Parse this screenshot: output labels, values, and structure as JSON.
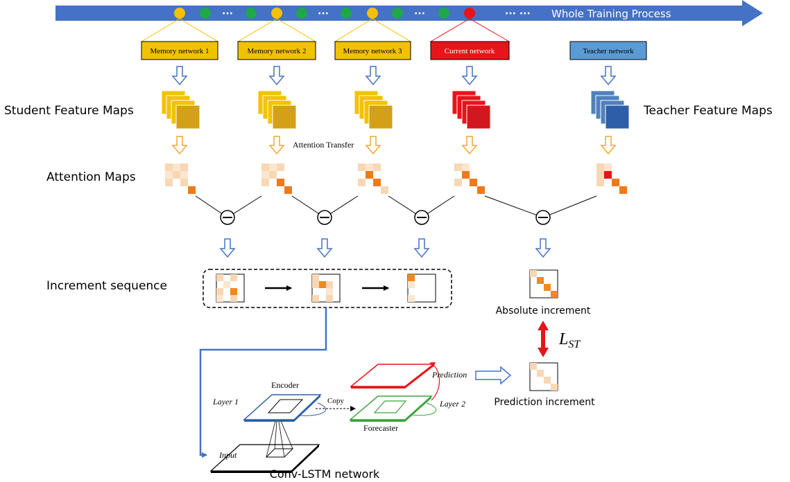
{
  "timeline": {
    "label": "Whole Training Process",
    "ellipsis": "···",
    "ellipsis_long": "··· ···",
    "colors": {
      "memory": "#F5C000",
      "plain": "#1FA84A",
      "current": "#E8141A",
      "arrow": "#4472C4"
    }
  },
  "networks": {
    "memory1": "Memory network 1",
    "memory2": "Memory network 2",
    "memory3": "Memory network 3",
    "current": "Current network",
    "teacher": "Teacher network"
  },
  "labels": {
    "student_maps": "Student Feature Maps",
    "teacher_maps": "Teacher Feature Maps",
    "attention_maps": "Attention Maps",
    "attention_transfer": "Attention Transfer",
    "increment_sequence": "Increment sequence",
    "absolute_increment": "Absolute increment",
    "prediction_increment": "Prediction increment",
    "loss_base": "L",
    "loss_sub": "ST",
    "convlstm": "Conv-LSTM network",
    "encoder": "Encoder",
    "forecaster": "Forecaster",
    "layer1": "Layer 1",
    "layer2": "Layer 2",
    "copy": "Copy",
    "input": "Input",
    "prediction": "Prediction"
  },
  "colors": {
    "memory_fill": "#F2C200",
    "memory_dark": "#D4A017",
    "current_fill": "#E8141A",
    "teacher_fill": "#4F81BD",
    "teacher_dark": "#2E5EA8",
    "down_arrow_blue": "#4472C4",
    "down_arrow_orange": "#F0A830",
    "loss_arrow": "#E8141A",
    "light_cell": "#F8D7B5",
    "dark_cell": "#EE8A1F"
  }
}
